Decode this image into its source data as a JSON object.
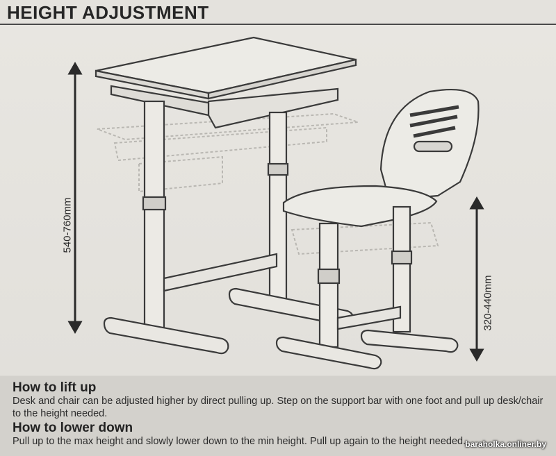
{
  "header": {
    "title": "HEIGHT ADJUSTMENT"
  },
  "dimensions": {
    "desk_range": "540-760mm",
    "chair_range": "320-440mm"
  },
  "lift": {
    "heading": "How to lift up",
    "text": "Desk and chair can be adjusted higher by direct pulling up. Step on the support bar with one foot and pull up desk/chair to the height needed."
  },
  "lower": {
    "heading": "How to lower down",
    "text": "Pull up to the max height and slowly lower down to the min height. Pull up again to the height needed."
  },
  "watermark": "baraholka.onliner.by"
}
